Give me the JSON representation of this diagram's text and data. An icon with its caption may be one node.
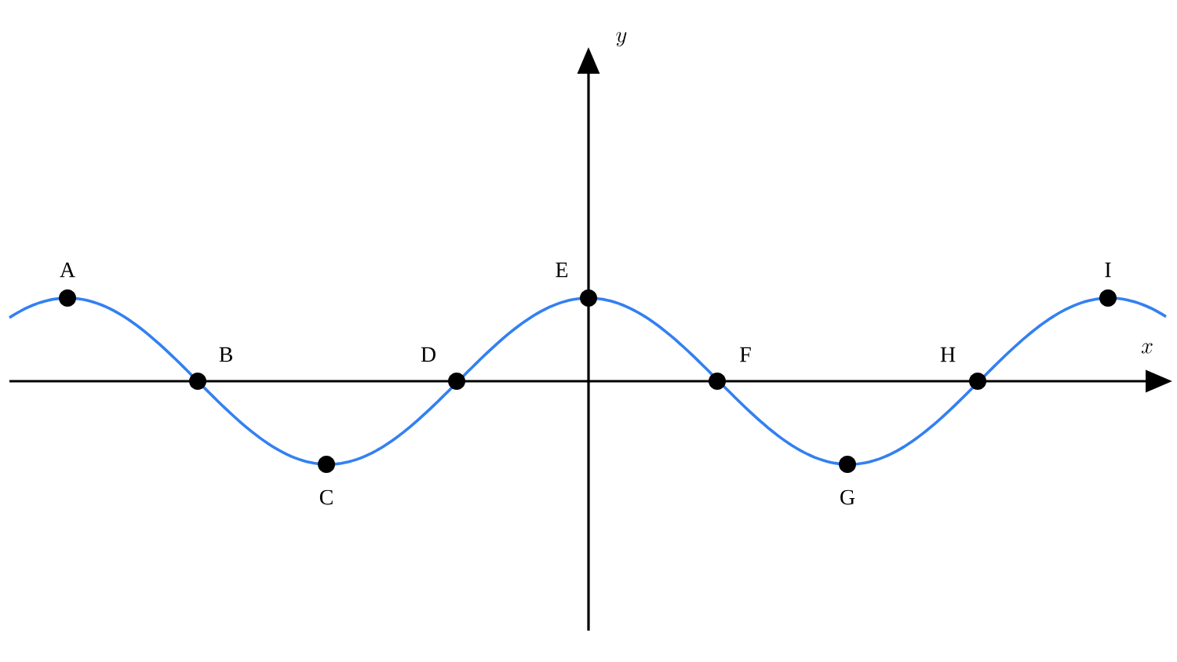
{
  "diagram": {
    "labels": [
      "y",
      "A",
      "E",
      "I",
      "x",
      "B",
      "D",
      "F",
      "H",
      "C",
      "G"
    ]
  }
}
